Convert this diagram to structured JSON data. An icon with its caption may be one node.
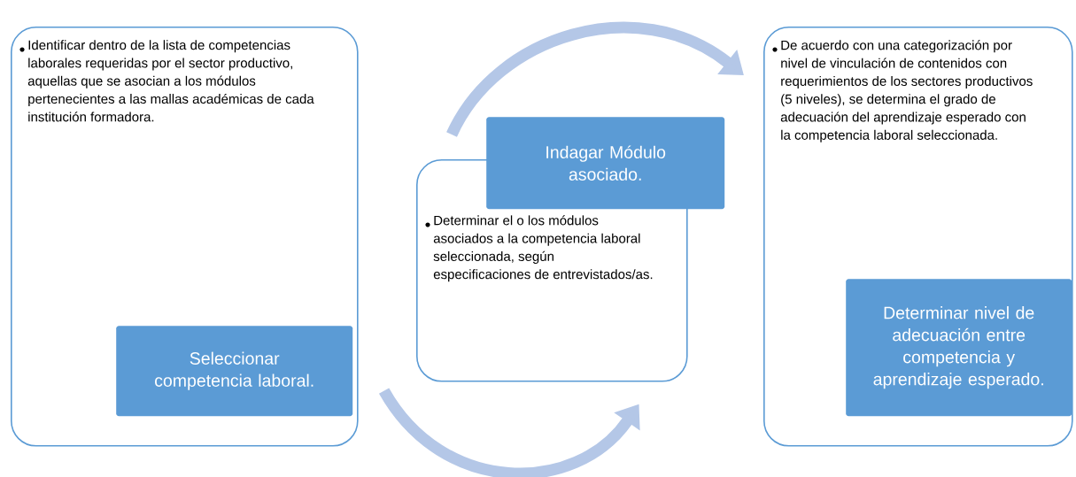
{
  "diagram": {
    "nodes": [
      {
        "text": [
          "Identificar dentro de la lista de competencias laborales requeridas por el sector productivo, aquellas que se asocian a los módulos pertenecientes a las mallas académicas de cada institución formadora."
        ]
      },
      {
        "text": [
          "Seleccionar competencia laboral."
        ],
        "in": 0
      },
      {
        "text": [
          "Determinar el o los módulos asociados a la competencia laboral seleccionada, según especificaciones de entrevistados/as."
        ]
      },
      {
        "text": [
          "Indagar Módulo asociado."
        ]
      },
      {
        "text": [
          "De acuerdo con una categorización por nivel de vinculación de contenidos con requerimientos de los sectores productivos (5 niveles), se determina el grado de adecuación del aprendizaje esperado con la competencia laboral seleccionada."
        ]
      },
      {
        "text": [
          "Determinar nivel de adecuación entre competencia y aprendizaje esperado."
        ],
        "in": 4
      }
    ],
    "edges": [
      {
        "from": 0,
        "to": 2,
        "arrow": "to"
      },
      {
        "from": 2,
        "to": 4,
        "arrow": "to"
      }
    ]
  }
}
